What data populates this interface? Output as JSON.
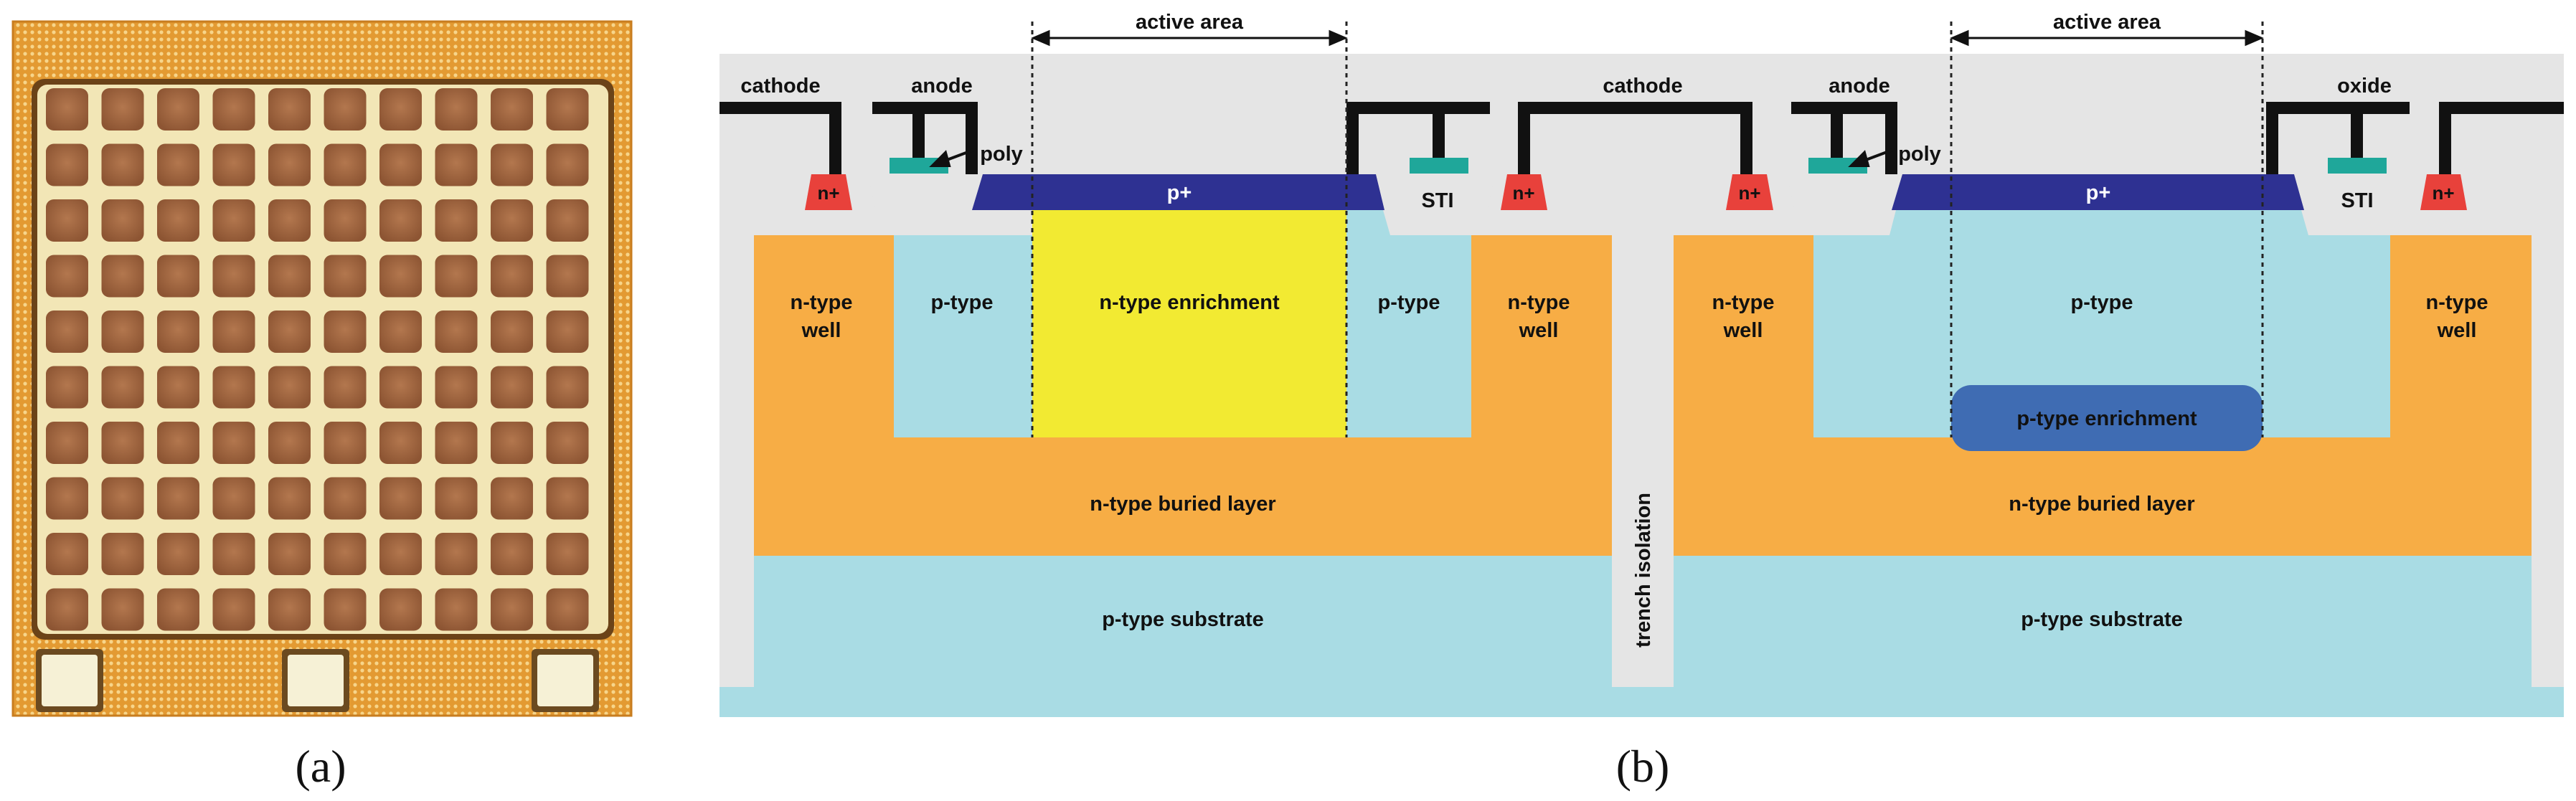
{
  "panel_a": {
    "caption": "(a)",
    "grid_rows": 10,
    "grid_cols": 10,
    "bond_pads": 3
  },
  "panel_b": {
    "caption": "(b)",
    "labels": {
      "cathode_left": "cathode",
      "anode_left": "anode",
      "active_area_left": "active area",
      "cathode_mid": "cathode",
      "anode_right": "anode",
      "active_area_right": "active area",
      "oxide": "oxide",
      "poly_left": "poly",
      "poly_right": "poly",
      "nplus_1": "n+",
      "nplus_2": "n+",
      "nplus_3": "n+",
      "nplus_4": "n+",
      "pplus_left": "p+",
      "pplus_right": "p+",
      "sti_left": "STI",
      "sti_right": "STI",
      "nwell_1_line1": "n-type",
      "nwell_1_line2": "well",
      "ptype_1": "p-type",
      "n_enrichment": "n-type enrichment",
      "ptype_2": "p-type",
      "nwell_2_line1": "n-type",
      "nwell_2_line2": "well",
      "nwell_3_line1": "n-type",
      "nwell_3_line2": "well",
      "ptype_3": "p-type",
      "nwell_4_line1": "n-type",
      "nwell_4_line2": "well",
      "p_enrichment": "p-type enrichment",
      "buried_left": "n-type buried layer",
      "buried_right": "n-type buried layer",
      "substrate_left": "p-type substrate",
      "substrate_right": "p-type substrate",
      "trench": "trench isolation"
    },
    "colors": {
      "oxide": "#e5e5e5",
      "n_well": "#f7ad45",
      "p_type": "#a9dce4",
      "n_enrichment": "#f2ea32",
      "p_enrichment": "#3f6cb3",
      "p_plus": "#2e3192",
      "n_plus": "#e8413b",
      "sti_poly": "#1fa79a",
      "metal": "#111111"
    }
  }
}
